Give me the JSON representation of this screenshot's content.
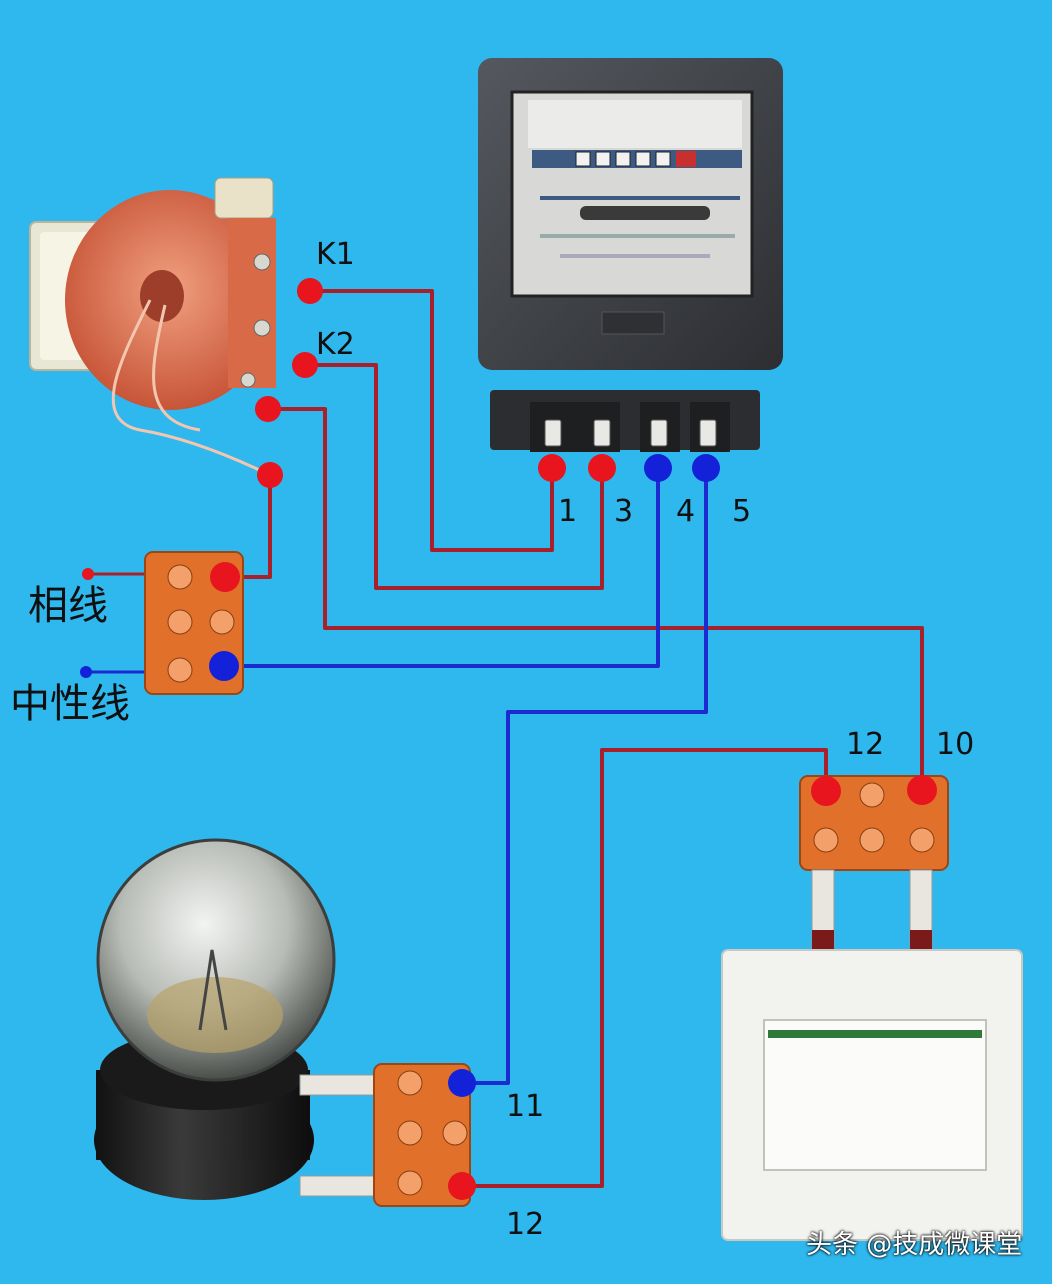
{
  "labels": {
    "k1": "K1",
    "k2": "K2",
    "t1": "1",
    "t3": "3",
    "t4": "4",
    "t5": "5",
    "phase": "相线",
    "neutral": "中性线",
    "sw12": "12",
    "sw10": "10",
    "lamp11": "11",
    "lamp12": "12"
  },
  "watermark": "头条 @技成微课堂",
  "colors": {
    "background": "#2fb8ee",
    "phase_wire": "#d01020",
    "neutral_wire": "#1020c8",
    "terminal_block": "#e0702a",
    "meter_body": "#3a3d42"
  }
}
